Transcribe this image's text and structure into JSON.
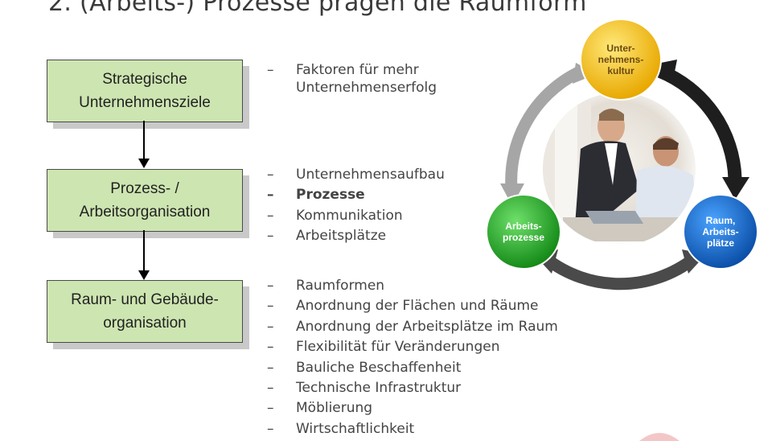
{
  "slide": {
    "title": "2. (Arbeits-) Prozesse prägen die Raumform"
  },
  "flow": {
    "boxes": [
      {
        "line1": "Strategische",
        "line2": "Unternehmensziele"
      },
      {
        "line1": "Prozess- /",
        "line2": "Arbeitsorganisation"
      },
      {
        "line1": "Raum- und Gebäude-",
        "line2": "organisation"
      }
    ]
  },
  "lists": {
    "dash": "–",
    "goals": [
      "Faktoren für mehr",
      "Unternehmenserfolg"
    ],
    "process": [
      "Unternehmensaufbau",
      "Prozesse",
      "Kommunikation",
      "Arbeitsplätze"
    ],
    "space": [
      "Raumformen",
      "Anordnung der Flächen und Räume",
      "Anordnung der Arbeitsplätze im Raum",
      "Flexibilität für Veränderungen",
      "Bauliche Beschaffenheit",
      "Technische Infrastruktur",
      "Möblierung",
      "Wirtschaftlichkeit"
    ]
  },
  "cycle": {
    "nodes": {
      "culture": {
        "lines": [
          "Unter-",
          "nehmens-",
          "kultur"
        ],
        "color": "#f5c400"
      },
      "space": {
        "lines": [
          "Raum,",
          "Arbeits-",
          "plätze"
        ],
        "color": "#1a6fd1"
      },
      "process": {
        "lines": [
          "Arbeits-",
          "prozesse"
        ],
        "color": "#2bb52f"
      }
    },
    "arrow_colors": {
      "left": "#a6a6a6",
      "right": "#1e1e1e",
      "bottom": "#4a4a4a"
    }
  }
}
